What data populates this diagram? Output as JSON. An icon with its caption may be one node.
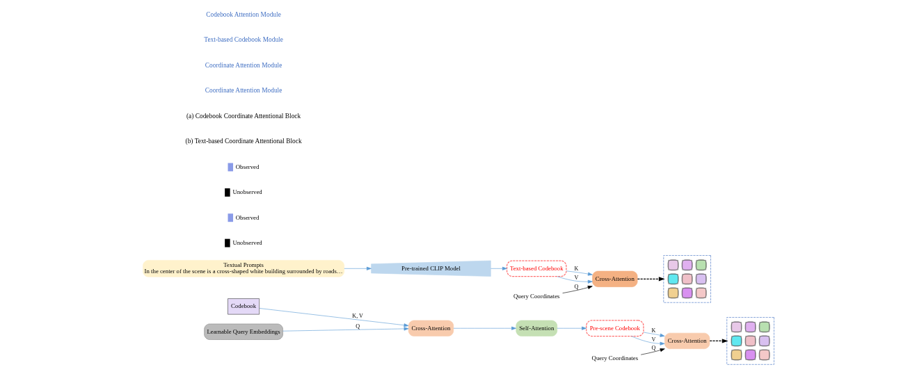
{
  "diagram": {
    "nodes": [
      {
        "text": [
          "Codebook"
        ]
      },
      {
        "text": [
          "Cross-Attention"
        ]
      },
      {
        "text": [
          "Self-Attention"
        ]
      },
      {
        "text": [
          "Pre-scene Codebook"
        ]
      },
      {
        "text": [
          "Learnable Query Embeddings"
        ]
      },
      {
        "text": [
          "Query Coordinates"
        ]
      },
      {
        "text": [
          "Cross-Attention"
        ]
      },
      {
        "text": [],
        "shape": "picture"
      },
      {
        "text": [
          "Textual Prompts",
          "In the center of the scene is a cross-shaped white building surrounded by roads…"
        ]
      },
      {
        "text": [
          "Pre-trained CLIP Model"
        ]
      },
      {
        "text": [
          "Text-based Codebook"
        ]
      },
      {
        "text": [
          "Query Coordinates"
        ]
      },
      {
        "text": [
          "Cross-Attention"
        ]
      },
      {
        "text": [],
        "shape": "picture"
      }
    ],
    "edges": [
      {
        "from": 0,
        "to": 1,
        "arrow": "to",
        "label": "K, V"
      },
      {
        "from": 4,
        "to": 1,
        "arrow": "to",
        "label": "Q"
      },
      {
        "from": 1,
        "to": 2,
        "arrow": "to"
      },
      {
        "from": 2,
        "to": 3,
        "arrow": "to"
      },
      {
        "from": 3,
        "to": 6,
        "arrow": "to",
        "label": "K"
      },
      {
        "from": 3,
        "to": 6,
        "arrow": "to",
        "label": "V"
      },
      {
        "from": 5,
        "to": 6,
        "arrow": "to",
        "label": "Q",
        "color": "#000000"
      },
      {
        "from": 6,
        "to": 7,
        "arrow": "to",
        "style": "dashed",
        "color": "#000000"
      },
      {
        "from": 8,
        "to": 9,
        "arrow": "to"
      },
      {
        "from": 9,
        "to": 10,
        "arrow": "to"
      },
      {
        "from": 10,
        "to": 12,
        "arrow": "to",
        "label": "K"
      },
      {
        "from": 10,
        "to": 12,
        "arrow": "to",
        "label": "V"
      },
      {
        "from": 11,
        "to": 12,
        "arrow": "to",
        "label": "Q",
        "color": "#000000"
      },
      {
        "from": 12,
        "to": 13,
        "arrow": "to",
        "style": "dashed",
        "color": "#000000"
      }
    ],
    "labels": [
      "Codebook Attention Module",
      "Text-based Codebook Module",
      "Coordinate Attention Module",
      "Coordinate Attention Module",
      "(a) Codebook Coordinate Attentional Block",
      "(b) Text-based Coordinate Attentional Block"
    ],
    "legend": [
      {
        "text": "Observed",
        "color": "#8a9be8"
      },
      {
        "text": "Unobserved",
        "color": "#000000"
      },
      {
        "text": "Observed",
        "color": "#8a9be8"
      },
      {
        "text": "Unobserved",
        "color": "#000000"
      }
    ]
  }
}
